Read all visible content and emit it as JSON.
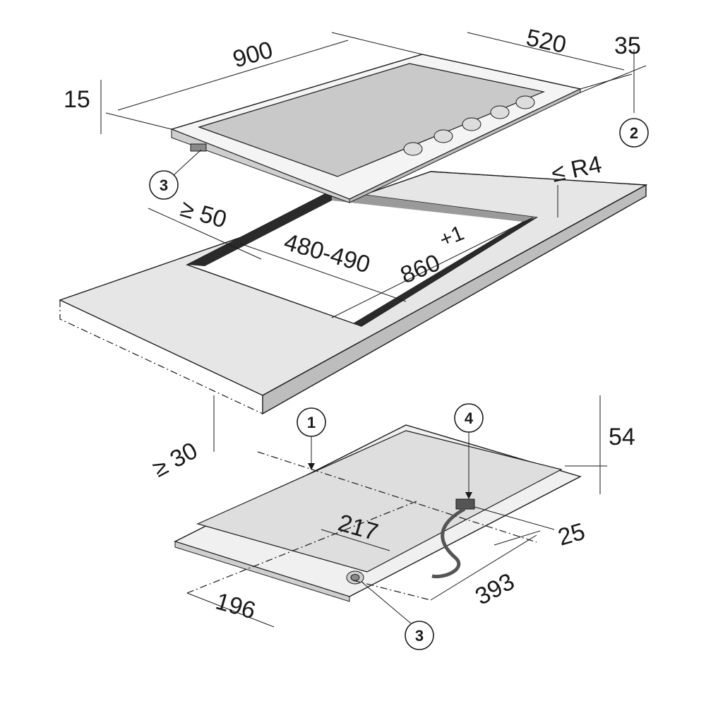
{
  "hob": {
    "width": "900",
    "depth": "520",
    "height_above": "35",
    "frame_height": "15"
  },
  "cutout": {
    "length": "860",
    "length_tolerance_plus": "+1",
    "length_tolerance_minus": "-",
    "depth": "480-490",
    "rear_clearance": "≥ 50",
    "corner_radius": "≤ R4",
    "worktop_thickness": "≥ 30"
  },
  "underside": {
    "body_height": "54",
    "connector_offset": "25",
    "gas_from_left": "217",
    "gas_from_front": "196",
    "connector_from_right": "393"
  },
  "callouts": [
    "1",
    "2",
    "3",
    "4",
    "3"
  ],
  "colors": {
    "line": "#1a1a1a",
    "worktop_top": "#e6e6e6",
    "worktop_edge": "#bdbdbd",
    "glass": "#c9c9c9",
    "body": "#dedede"
  }
}
